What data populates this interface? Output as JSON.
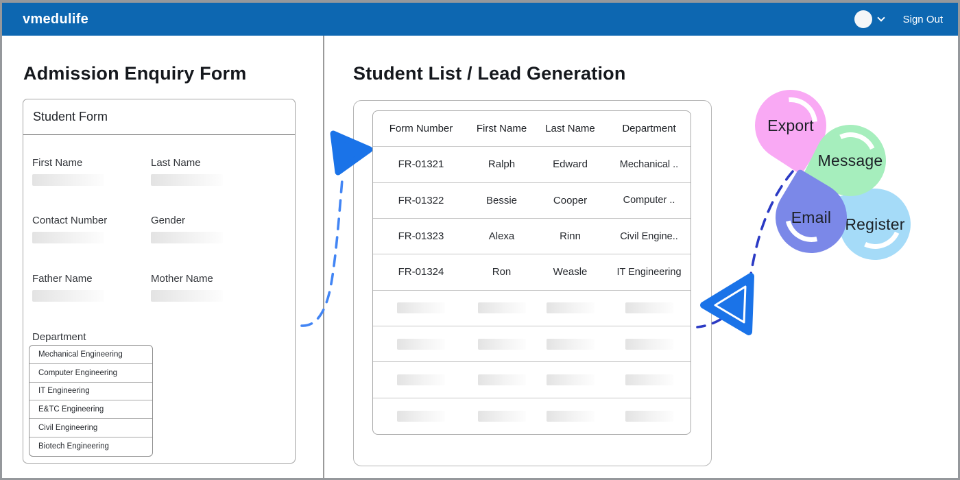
{
  "header": {
    "brand": "vmedulife",
    "sign_out_label": "Sign Out"
  },
  "left_panel": {
    "title": "Admission Enquiry Form",
    "card_title": "Student Form",
    "fields": [
      {
        "label": "First Name"
      },
      {
        "label": "Last Name"
      },
      {
        "label": "Contact Number"
      },
      {
        "label": "Gender"
      },
      {
        "label": "Father Name"
      },
      {
        "label": "Mother Name"
      }
    ],
    "department": {
      "label": "Department",
      "options": [
        "Mechanical Engineering",
        "Computer Engineering",
        "IT Engineering",
        "E&TC Engineering",
        "Civil Engineering",
        "Biotech Engineering"
      ]
    }
  },
  "right_panel": {
    "title": "Student List / Lead Generation",
    "table": {
      "columns": [
        "Form Number",
        "First Name",
        "Last Name",
        "Department"
      ],
      "rows": [
        [
          "FR-01321",
          "Ralph",
          "Edward",
          "Mechanical .."
        ],
        [
          "FR-01322",
          "Bessie",
          "Cooper",
          "Computer .."
        ],
        [
          "FR-01323",
          "Alexa",
          "Rinn",
          "Civil Engine.."
        ],
        [
          "FR-01324",
          "Ron",
          "Weasle",
          "IT Engineering"
        ]
      ],
      "placeholder_row_count": 4
    }
  },
  "actions": {
    "bubbles": [
      {
        "label": "Export",
        "color": "#f9a9f4"
      },
      {
        "label": "Message",
        "color": "#a6eebd"
      },
      {
        "label": "Email",
        "color": "#7b88e8"
      },
      {
        "label": "Register",
        "color": "#a5dbf8"
      }
    ]
  },
  "colors": {
    "header_bg": "#0d67b1",
    "arrow_blue": "#1a73e8",
    "dash_light": "#4285f4",
    "dash_dark": "#2b3ac4"
  }
}
